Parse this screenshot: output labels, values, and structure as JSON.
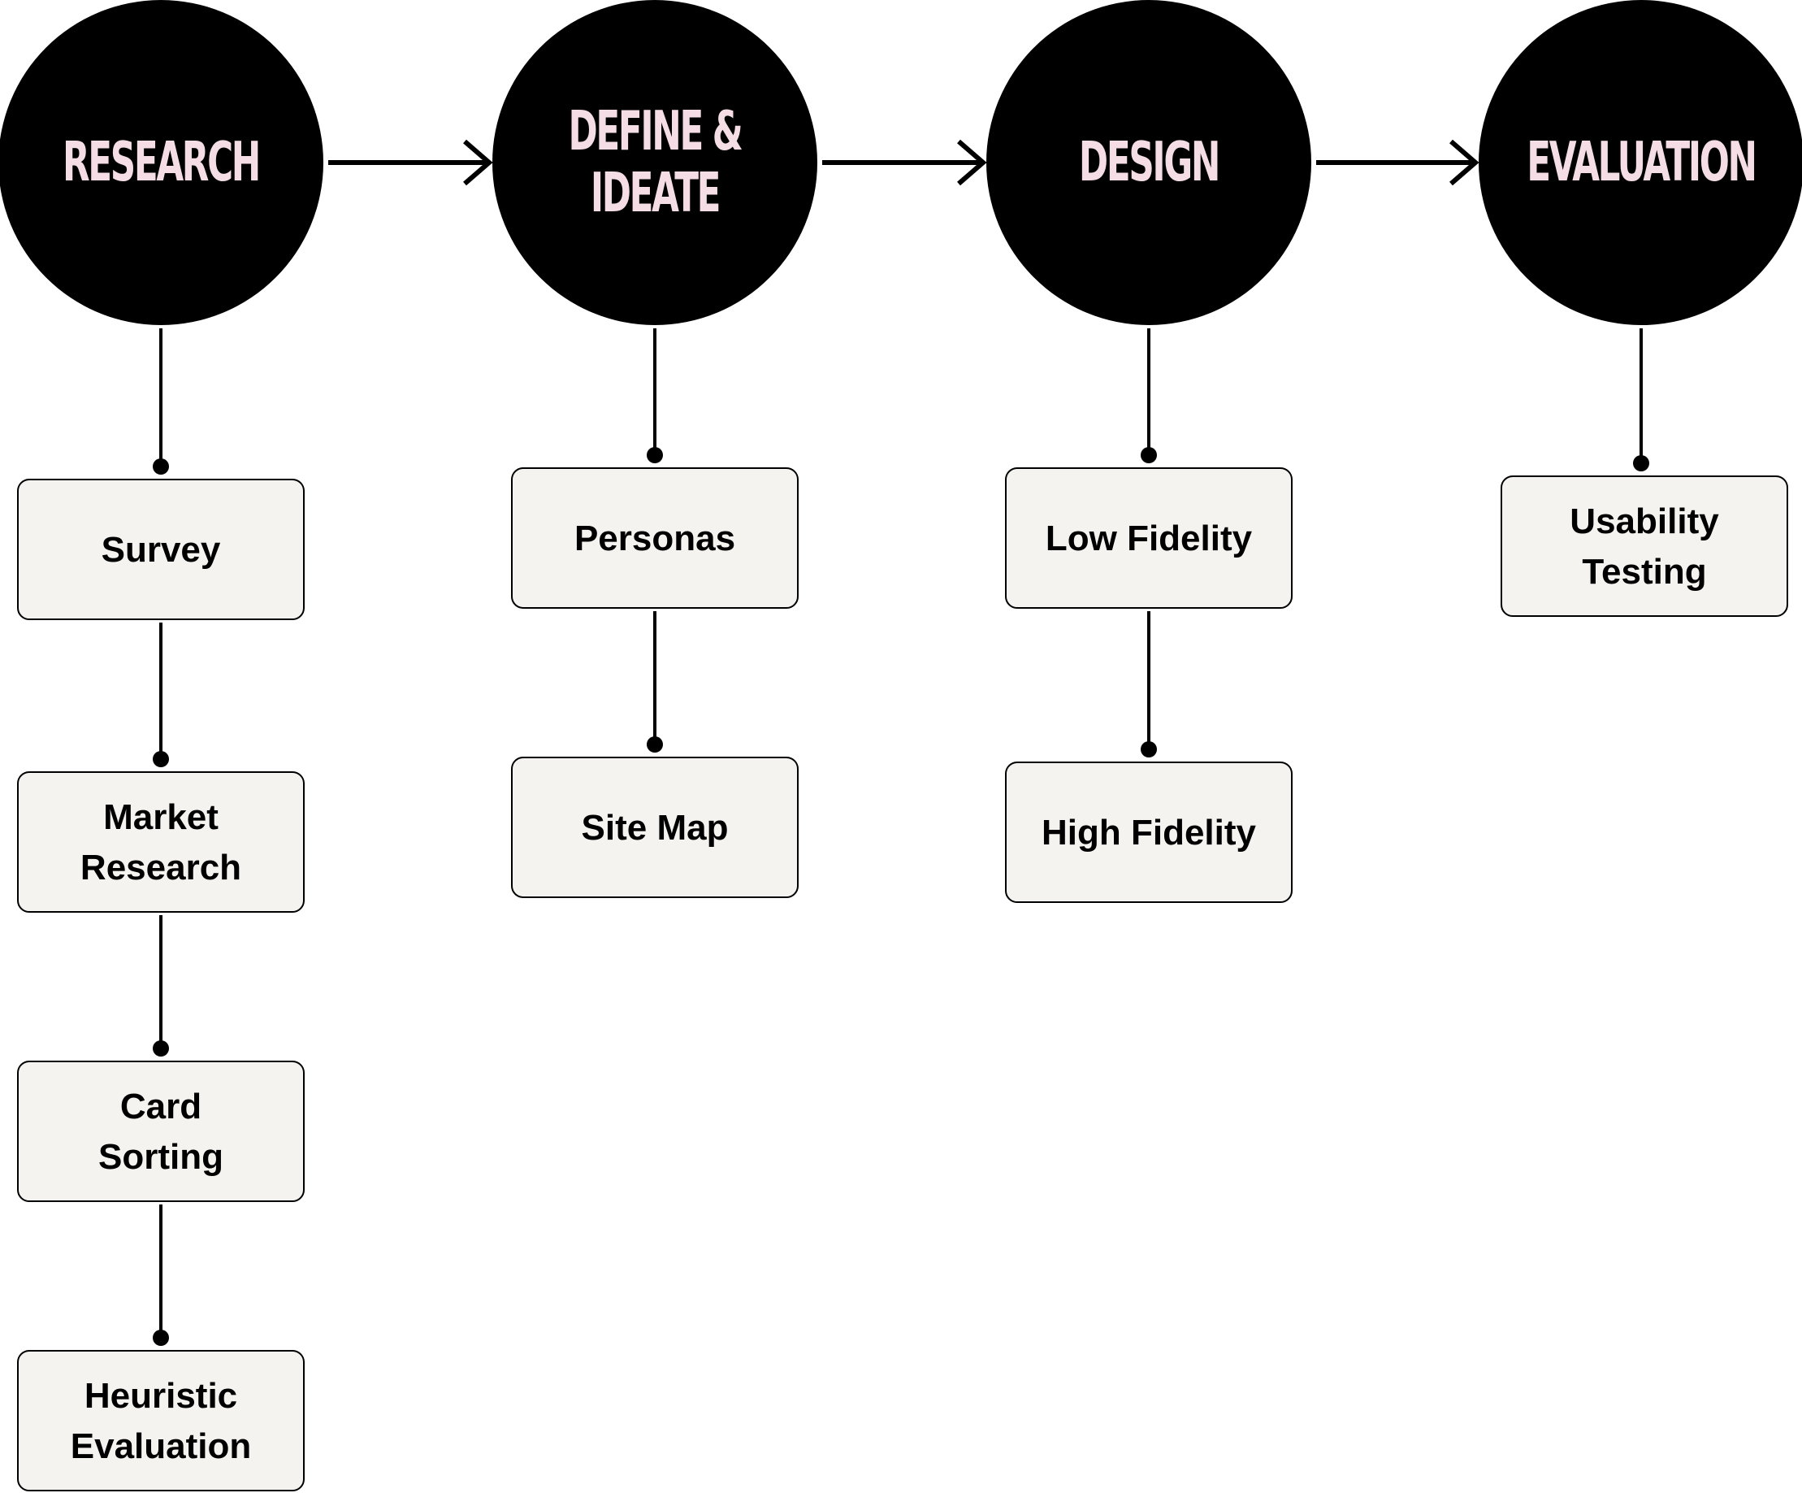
{
  "colors": {
    "stage_fill": "#000000",
    "stage_text": "#f5dde6",
    "box_fill": "#f4f3ef",
    "box_border": "#000000",
    "line": "#000000"
  },
  "stages": [
    {
      "label_lines": [
        "RESEARCH"
      ],
      "boxes": [
        {
          "lines": [
            "Survey"
          ]
        },
        {
          "lines": [
            "Market",
            "Research"
          ]
        },
        {
          "lines": [
            "Card",
            "Sorting"
          ]
        },
        {
          "lines": [
            "Heuristic",
            "Evaluation"
          ]
        }
      ]
    },
    {
      "label_lines": [
        "DEFINE &",
        "IDEATE"
      ],
      "boxes": [
        {
          "lines": [
            "Personas"
          ]
        },
        {
          "lines": [
            "Site Map"
          ]
        }
      ]
    },
    {
      "label_lines": [
        "DESIGN"
      ],
      "boxes": [
        {
          "lines": [
            "Low Fidelity"
          ]
        },
        {
          "lines": [
            "High Fidelity"
          ]
        }
      ]
    },
    {
      "label_lines": [
        "EVALUATION"
      ],
      "boxes": [
        {
          "lines": [
            "Usability",
            "Testing"
          ]
        }
      ]
    }
  ]
}
